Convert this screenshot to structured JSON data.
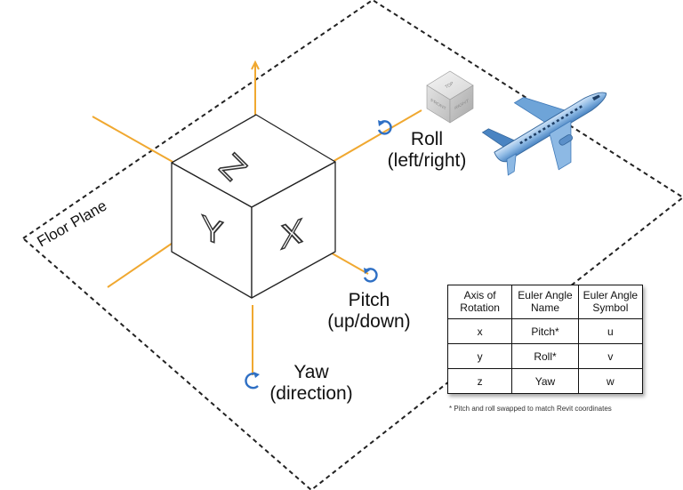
{
  "floor_plane_label": "Floor Plane",
  "cube_axes": {
    "z": "Z",
    "y": "Y",
    "x": "X"
  },
  "rotations": {
    "roll": {
      "name": "Roll",
      "hint": "(left/right)"
    },
    "pitch": {
      "name": "Pitch",
      "hint": "(up/down)"
    },
    "yaw": {
      "name": "Yaw",
      "hint": "(direction)"
    }
  },
  "view_cube": {
    "top": "TOP",
    "front": "FRONT",
    "right": "RIGHT"
  },
  "table": {
    "headers": [
      "Axis of Rotation",
      "Euler Angle Name",
      "Euler Angle Symbol"
    ],
    "rows": [
      [
        "x",
        "Pitch*",
        "u"
      ],
      [
        "y",
        "Roll*",
        "v"
      ],
      [
        "z",
        "Yaw",
        "w"
      ]
    ],
    "footnote": "* Pitch and roll swapped to match Revit coordinates"
  },
  "colors": {
    "axis_line": "#f0a830",
    "rotation_icon": "#2e6fc4",
    "cube_edge": "#222222",
    "plane_dash": "#222222",
    "airplane_body": "#9cc4ea",
    "airplane_shade": "#3f79b8"
  }
}
